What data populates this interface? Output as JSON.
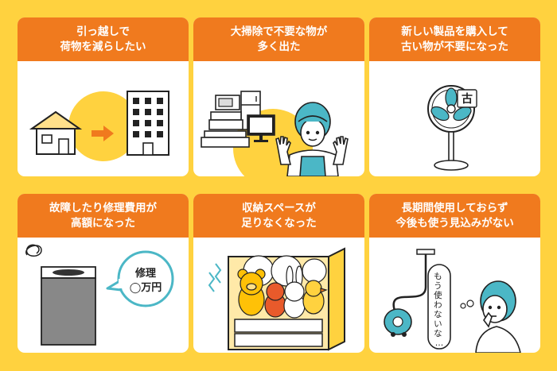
{
  "cards": [
    {
      "line1": "引っ越しで",
      "line2": "荷物を減らしたい"
    },
    {
      "line1": "大掃除で不要な物が",
      "line2": "多く出た"
    },
    {
      "line1": "新しい製品を購入して",
      "line2": "古い物が不要になった",
      "tag": "古"
    },
    {
      "line1": "故障したり修理費用が",
      "line2": "高額になった",
      "bubble1": "修理",
      "bubble2": "◯万円"
    },
    {
      "line1": "収納スペースが",
      "line2": "足りなくなった"
    },
    {
      "line1": "長期間使用しておらず",
      "line2": "今後も使う見込みがない",
      "speech": [
        "も",
        "う",
        "使",
        "わ",
        "な",
        "い",
        "な",
        "…"
      ]
    }
  ],
  "colors": {
    "background": "#FFD23F",
    "header": "#F07A1E",
    "accent_yellow": "#FFD23F",
    "teal": "#4BB7C6"
  }
}
